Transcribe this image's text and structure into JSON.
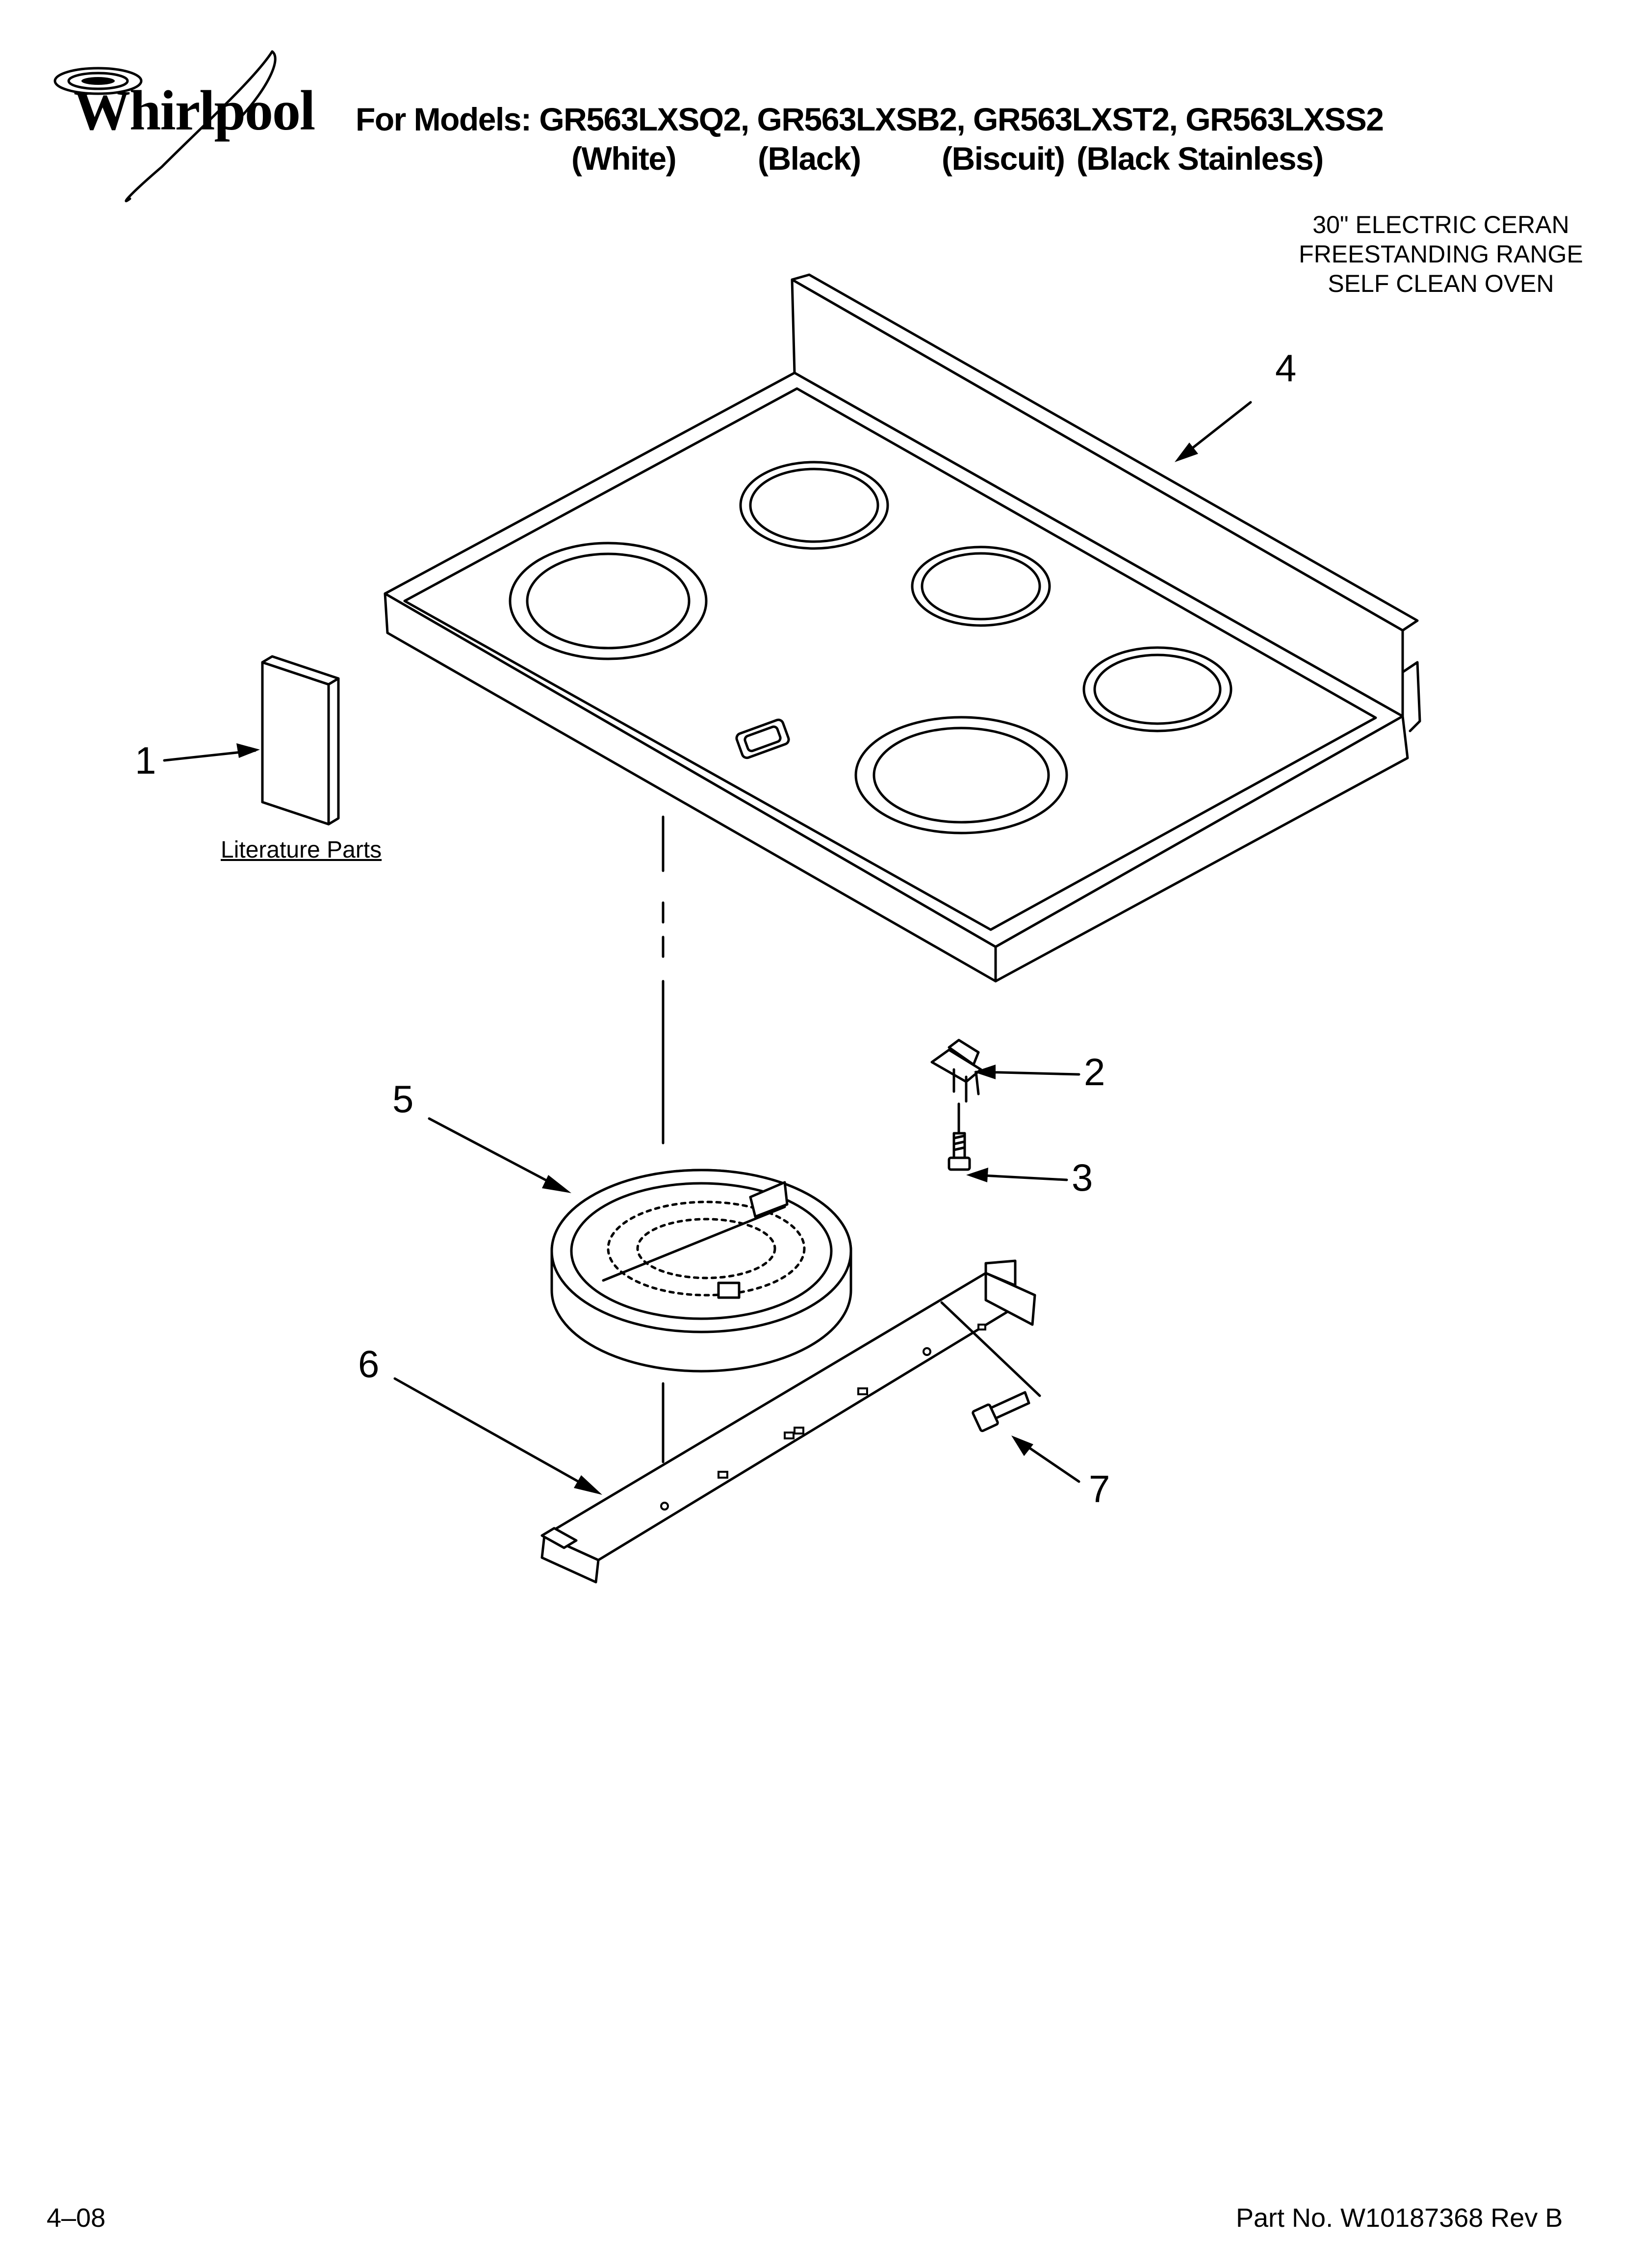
{
  "brand": "Whirlpool",
  "header": {
    "models_line": "For Models: GR563LXSQ2, GR563LXSB2, GR563LXST2, GR563LXSS2",
    "colors": [
      "(White)",
      "(Black)",
      "(Biscuit)",
      "(Black Stainless)"
    ]
  },
  "description": [
    "30\" ELECTRIC CERAN",
    "FREESTANDING RANGE",
    "SELF CLEAN OVEN"
  ],
  "callouts": [
    "1",
    "2",
    "3",
    "4",
    "5",
    "6",
    "7"
  ],
  "literature_label": "Literature Parts",
  "footer": {
    "date": "4–08",
    "part_no": "Part No. W10187368 Rev B"
  }
}
